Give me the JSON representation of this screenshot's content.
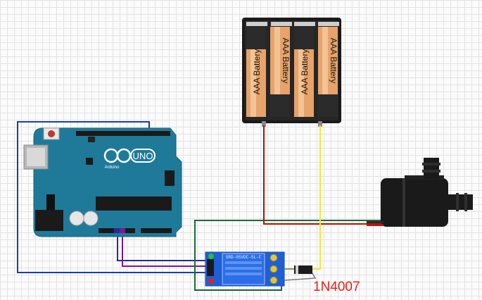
{
  "labels": {
    "battery": "AAA Battery",
    "arduino_logo_text": "UNO",
    "arduino_brand": "Arduino",
    "relay_model": "SRD-05VDC-SL-C",
    "diode_part": "1N4007"
  },
  "colors": {
    "wire_vcc_blue": "#1f3f9c",
    "wire_signal_purple": "#7a1a8c",
    "wire_signal_dark": "#2a2a9a",
    "wire_ground_green": "#1b6b3a",
    "wire_battery_red": "#b01010",
    "wire_battery_yellow": "#f2e63a",
    "diode_label": "#e8201a",
    "arduino_board": "#1f7a9a",
    "relay_board": "#1e5fd8"
  },
  "components": [
    "arduino-uno",
    "battery-pack-4xAAA",
    "relay-module",
    "diode-1n4007",
    "water-pump"
  ]
}
